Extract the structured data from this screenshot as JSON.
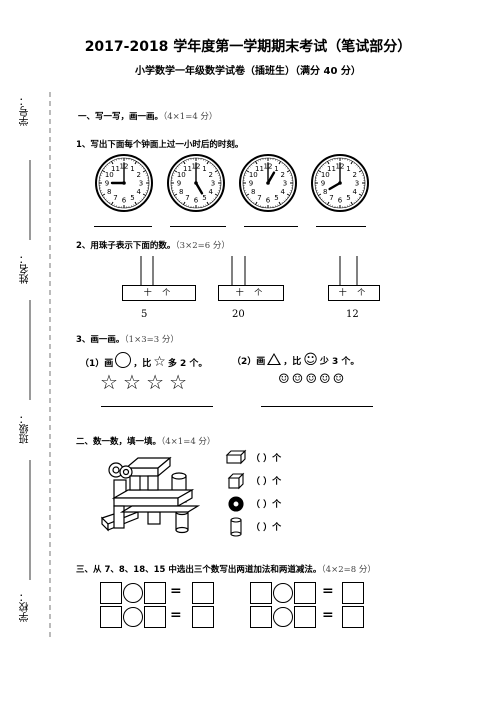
{
  "header": {
    "title": "2017-2018 学年度第一学期期末考试（笔试部分）",
    "subtitle": "小学数学一年级数学试卷（插班生）（满分 40 分）"
  },
  "side_fields": {
    "student_no": "学号：",
    "name": "姓名：",
    "class": "班级：",
    "school": "学校："
  },
  "section1": {
    "title": "一、写一写，画一画。",
    "score": "（4×1=4 分）"
  },
  "q1": {
    "title": "1、写出下面每个钟面上过一小时后的时刻。",
    "clock_numbers": [
      "12",
      "1",
      "2",
      "3",
      "4",
      "5",
      "6",
      "7",
      "8",
      "9",
      "10",
      "11"
    ],
    "clocks": [
      {
        "hour": 9,
        "minute": 0
      },
      {
        "hour": 5,
        "minute": 0
      },
      {
        "hour": 1,
        "minute": 0
      },
      {
        "hour": 8,
        "minute": 0
      }
    ]
  },
  "q2": {
    "title": "2、用珠子表示下面的数。",
    "score": "（3×2=6 分）",
    "abacus_label": "十 个",
    "numbers": [
      "5",
      "20",
      "12"
    ]
  },
  "q3": {
    "title": "3、画一画。",
    "score": "（1×3=3 分）",
    "part1_a": "（1）画",
    "part1_b": "，比",
    "part1_c": "多 2 个。",
    "part2_a": "（2）画",
    "part2_b": "，比",
    "part2_c": "少 3 个。",
    "star_glyph": "☆",
    "smile_glyph": "☺"
  },
  "section2": {
    "title": "二、数一数，填一填。",
    "score": "（4×1=4 分）",
    "paren_text": "（        ）个"
  },
  "section3": {
    "title": "三、从 7、8、18、15 中选出三个数写出两道加法和两道减法。",
    "score": "（4×2=8 分）",
    "equals": "="
  }
}
